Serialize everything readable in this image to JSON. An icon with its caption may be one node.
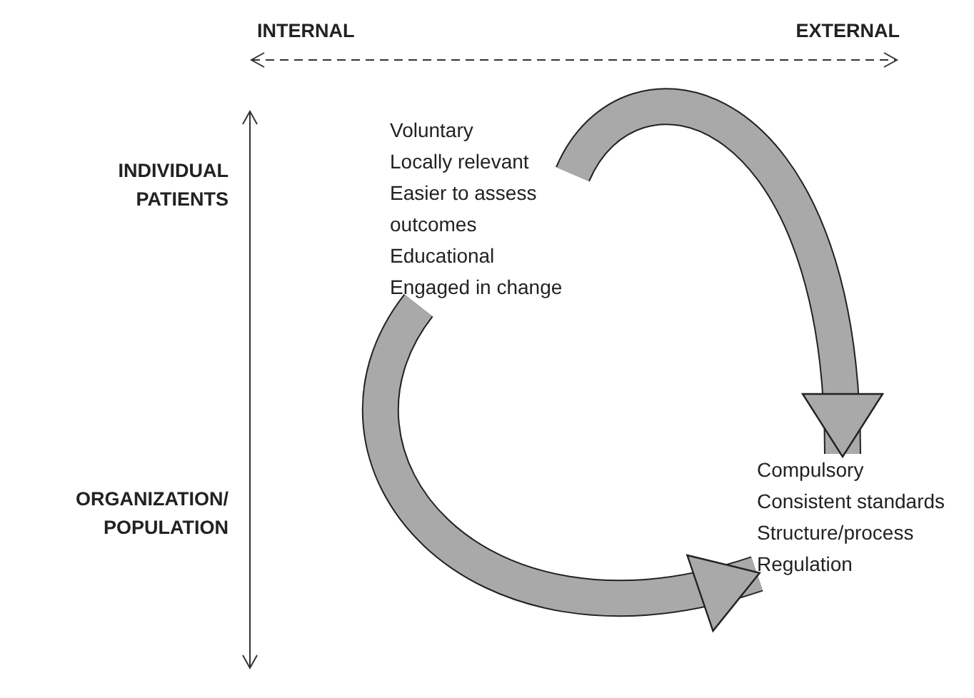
{
  "diagram": {
    "nodes": [
      {
        "text": [
          "Voluntary",
          "Locally relevant",
          "Easier to assess outcomes",
          "Educational",
          "Engaged in change"
        ]
      },
      {
        "text": [
          "Compulsory",
          "Consistent standards",
          "Structure/process",
          "Regulation"
        ]
      }
    ],
    "edges": [
      {
        "from": 0,
        "to": 1,
        "arrow": "to"
      },
      {
        "from": 0,
        "to": 1,
        "arrow": "to"
      }
    ],
    "labels": [
      "INTERNAL",
      "EXTERNAL",
      "INDIVIDUAL PATIENTS",
      "ORGANIZATION/ POPULATION"
    ]
  }
}
